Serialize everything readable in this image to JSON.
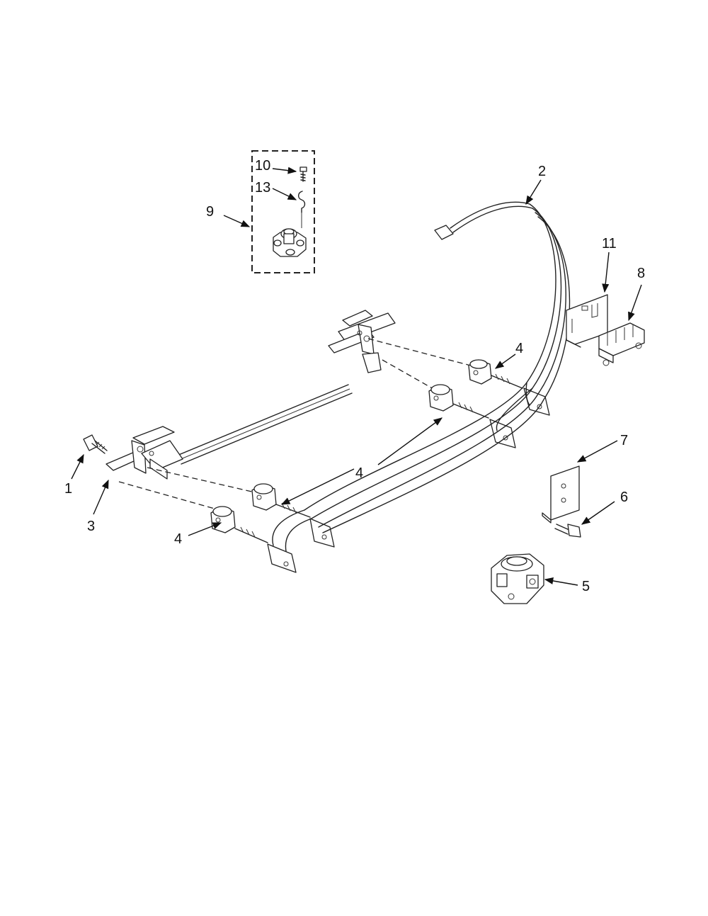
{
  "labels": {
    "p1": "1",
    "p2": "2",
    "p3": "3",
    "p4a": "4",
    "p4b": "4",
    "p4c": "4",
    "p5": "5",
    "p6": "6",
    "p7": "7",
    "p8": "8",
    "p9": "9",
    "p10": "10",
    "p11": "11",
    "p13": "13"
  },
  "colors": {
    "ink": "#222222",
    "background": "#ffffff"
  }
}
